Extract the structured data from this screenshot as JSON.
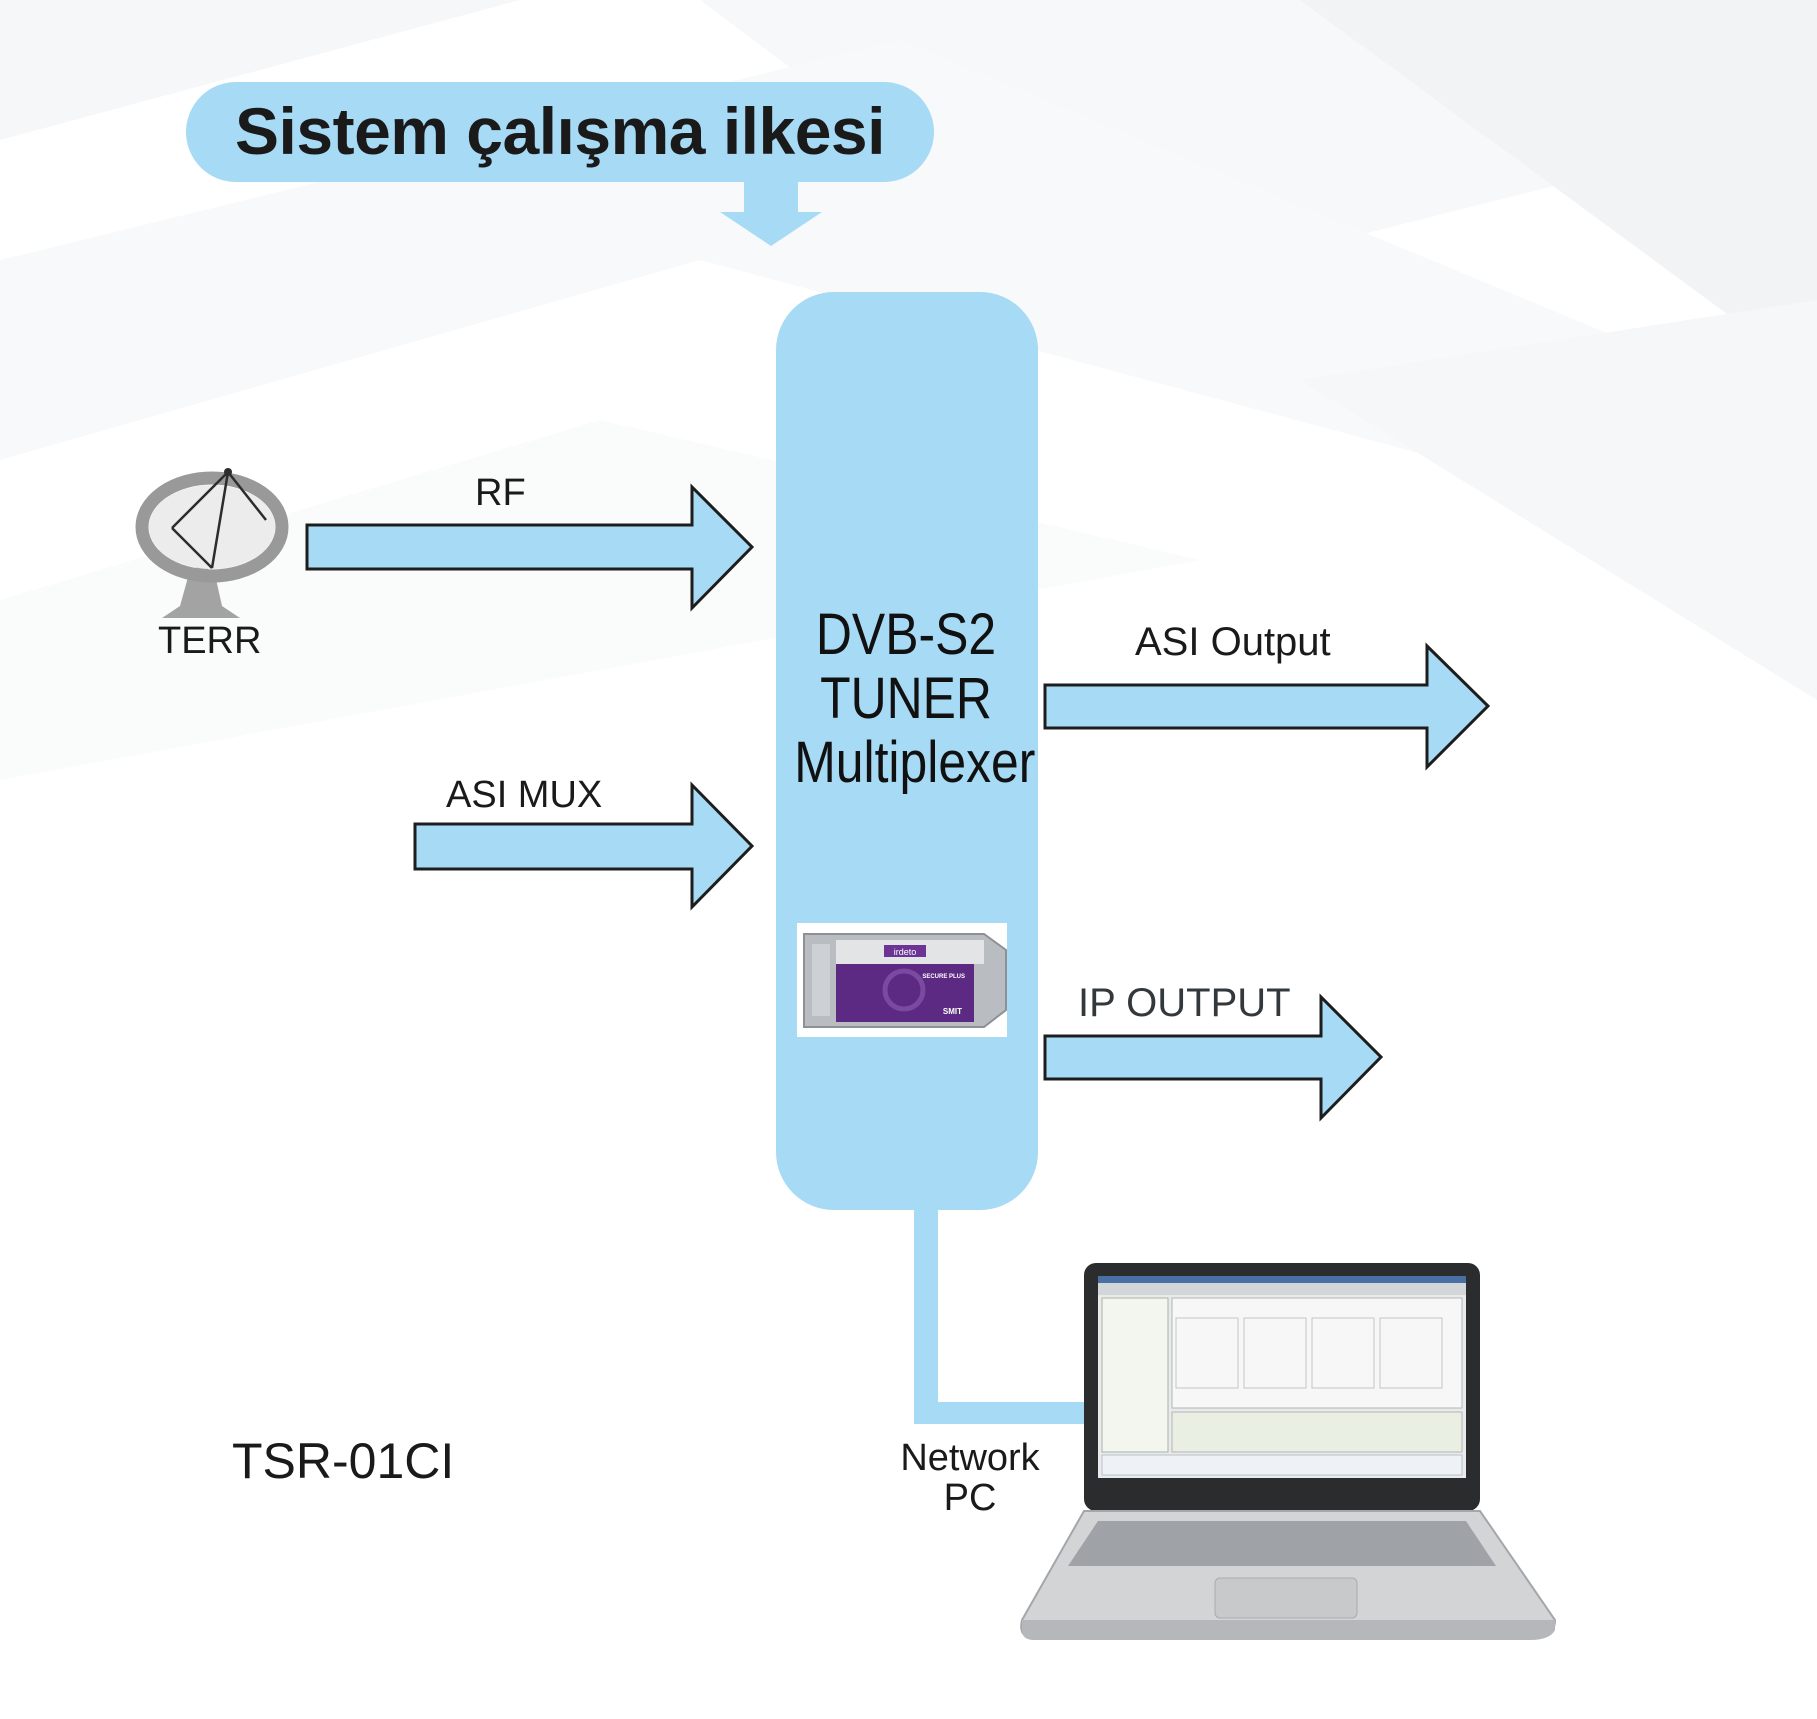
{
  "title": "Sistem çalışma ilkesi",
  "center_block": {
    "lines": [
      "DVB-S2",
      "TUNER",
      "Multiplexer"
    ]
  },
  "inputs": {
    "rf_label": "RF",
    "antenna_label": "TERR",
    "asi_mux_label": "ASI MUX"
  },
  "outputs": {
    "asi_output_label": "ASI Output",
    "ip_output_label": "IP OUTPUT"
  },
  "network_pc": {
    "lines": [
      "Network",
      "PC"
    ]
  },
  "model_label": "TSR-01CI",
  "ci_module": {
    "brand_text": "irdeto",
    "product_text": "SECURE PLUS",
    "maker_text": "SMIT"
  },
  "colors": {
    "accent_fill": "#a7daf5",
    "arrow_stroke": "#1d1d1d",
    "text": "#1a1a1a",
    "module_purple": "#5d2a83"
  },
  "icons": {
    "antenna": "satellite-dish-icon",
    "ci_module": "ci-cam-module-image",
    "laptop": "laptop-image"
  }
}
